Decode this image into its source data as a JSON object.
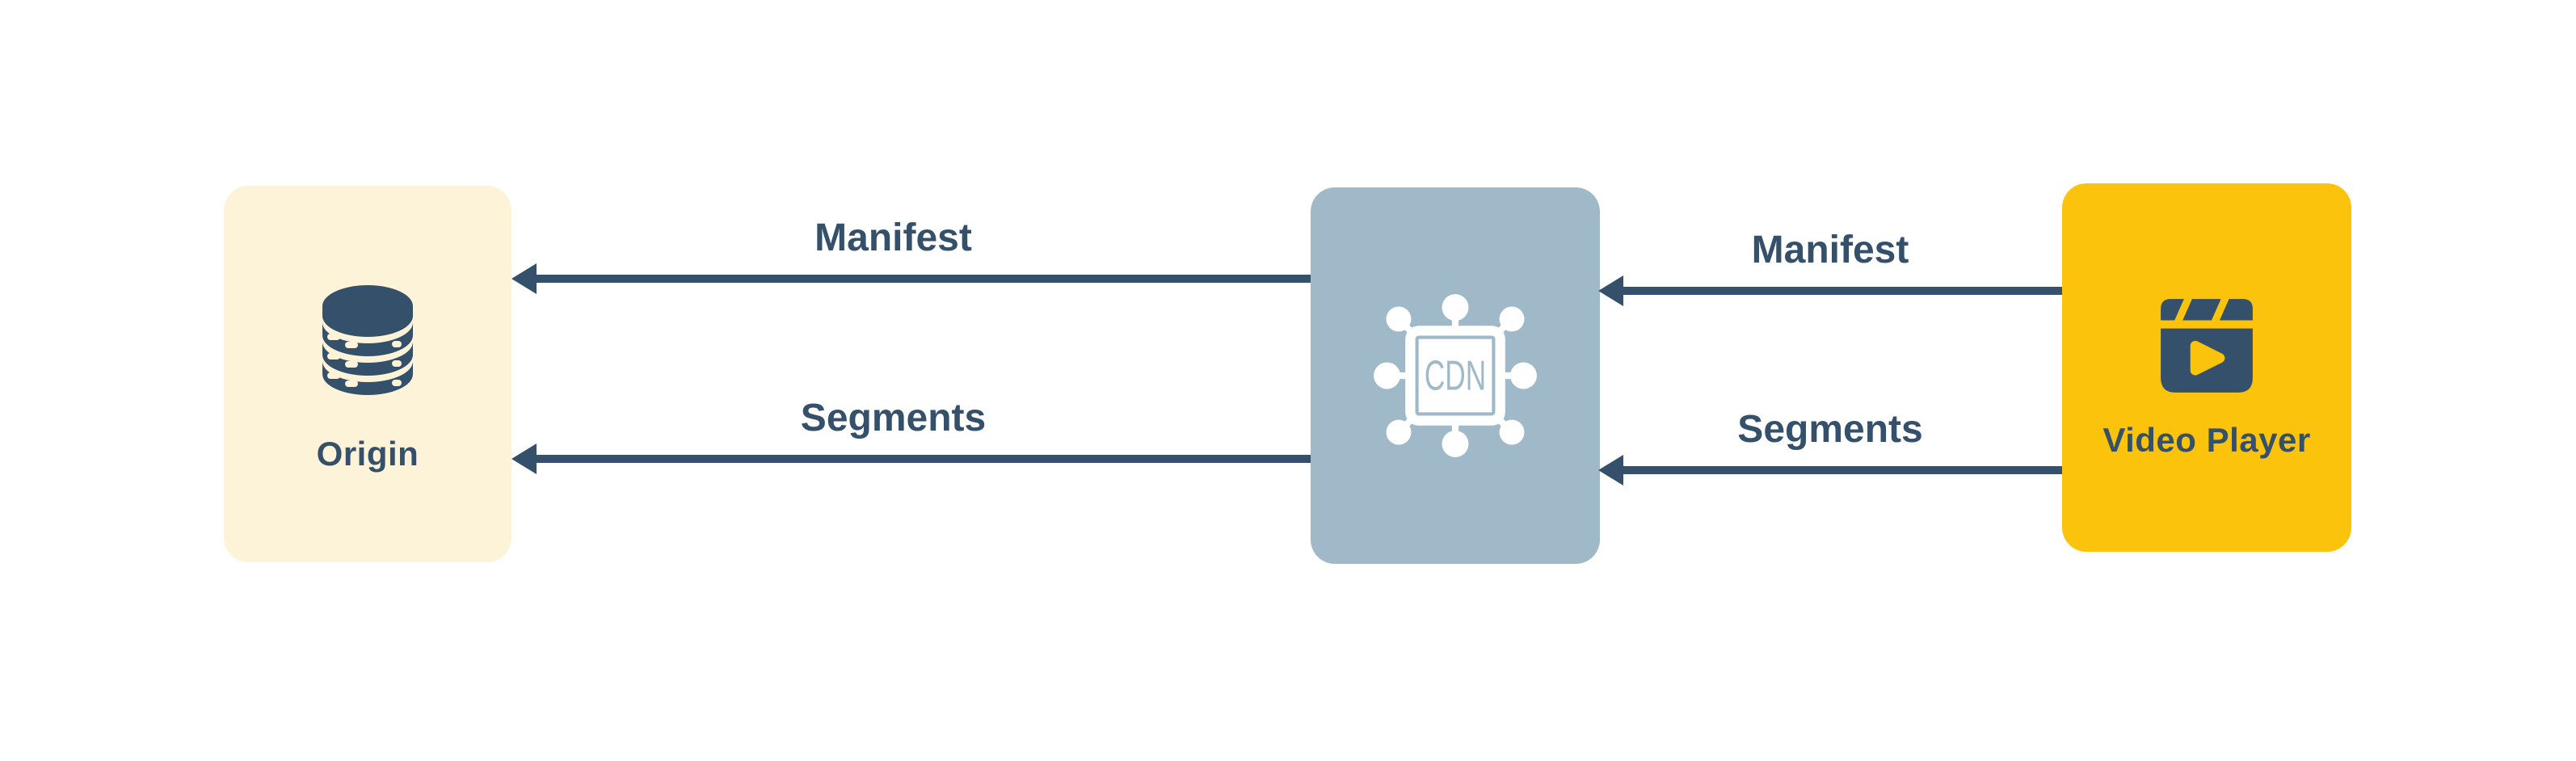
{
  "diagram": {
    "colors": {
      "background": "#ffffff",
      "navy": "#35506b",
      "cream": "#fcf3d8",
      "steel_blue": "#9fb9c9",
      "yellow": "#fcc30d",
      "white": "#ffffff"
    },
    "nodes": [
      {
        "id": "origin",
        "label": "Origin",
        "icon": "database-icon",
        "fill": "#fcf3d8"
      },
      {
        "id": "cdn",
        "label": "",
        "icon": "cdn-network-chip-icon",
        "icon_text": "CDN",
        "fill": "#9fb9c9"
      },
      {
        "id": "video-player",
        "label": "Video Player",
        "icon": "clapperboard-play-icon",
        "fill": "#fcc30d"
      }
    ],
    "edges": [
      {
        "from": "cdn",
        "to": "origin",
        "label": "Manifest",
        "arrow_direction": "left"
      },
      {
        "from": "cdn",
        "to": "origin",
        "label": "Segments",
        "arrow_direction": "left"
      },
      {
        "from": "video-player",
        "to": "cdn",
        "label": "Manifest",
        "arrow_direction": "left"
      },
      {
        "from": "video-player",
        "to": "cdn",
        "label": "Segments",
        "arrow_direction": "left"
      }
    ]
  }
}
